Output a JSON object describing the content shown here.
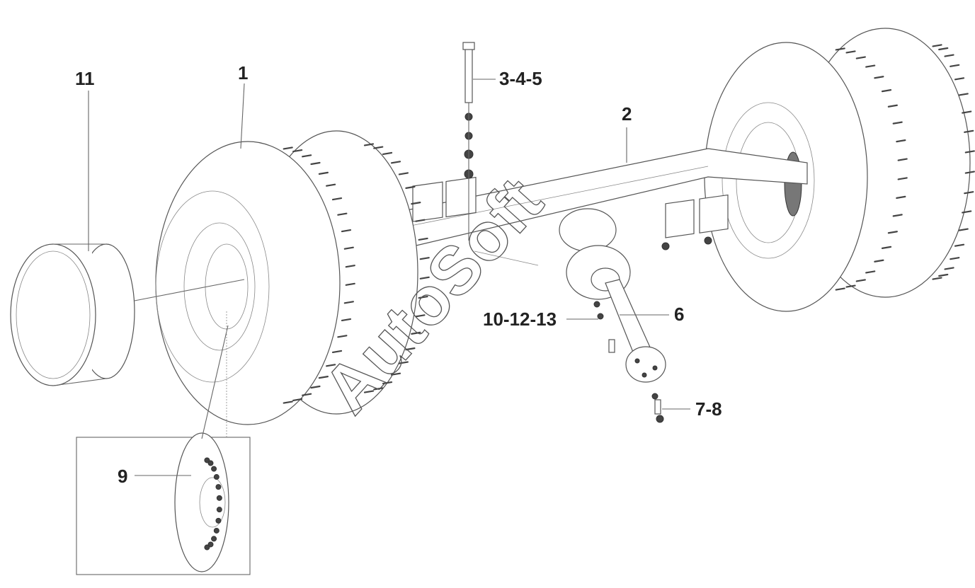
{
  "diagram": {
    "watermark": "AutoSoft",
    "callouts": [
      {
        "id": "11",
        "label": "11"
      },
      {
        "id": "1",
        "label": "1"
      },
      {
        "id": "3-4-5",
        "label": "3-4-5"
      },
      {
        "id": "2",
        "label": "2"
      },
      {
        "id": "6",
        "label": "6"
      },
      {
        "id": "10-12-13",
        "label": "10-12-13"
      },
      {
        "id": "7-8",
        "label": "7-8"
      },
      {
        "id": "9",
        "label": "9"
      }
    ]
  }
}
